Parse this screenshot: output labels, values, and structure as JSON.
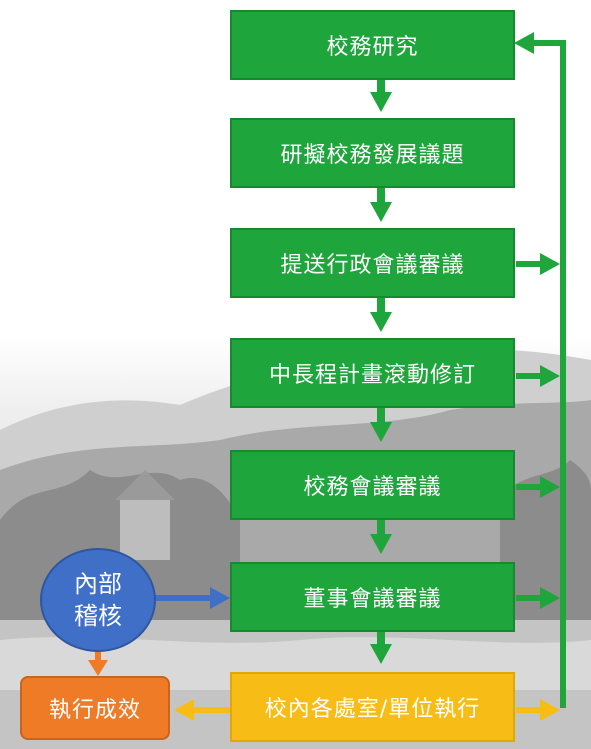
{
  "flow": {
    "steps": [
      {
        "label": "校務研究"
      },
      {
        "label": "研擬校務發展議題"
      },
      {
        "label": "提送行政會議審議"
      },
      {
        "label": "中長程計畫滾動修訂"
      },
      {
        "label": "校務會議審議"
      },
      {
        "label": "董事會議審議"
      }
    ],
    "execution": {
      "label": "校內各處室/單位執行"
    },
    "result": {
      "label": "執行成效"
    },
    "audit": {
      "line1": "內部",
      "line2": "稽核"
    }
  },
  "colors": {
    "step": "#1ea53c",
    "green_arrow": "#1ea53c",
    "execution": "#f7bd16",
    "yellow_arrow": "#f7bd16",
    "result": "#ef7b27",
    "orange_arrow": "#ef7b27",
    "audit": "#3f6fc6",
    "blue_arrow": "#3f6fc6"
  }
}
